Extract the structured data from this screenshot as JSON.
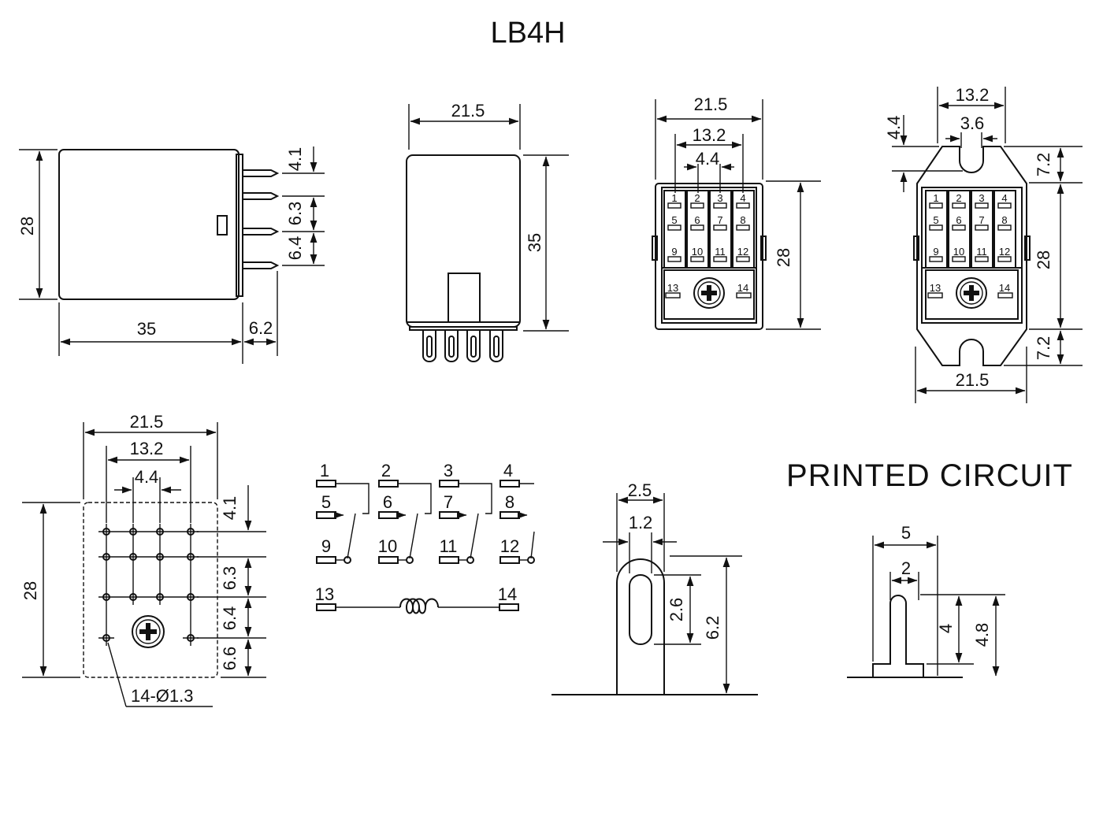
{
  "title": "LB4H",
  "printed_circuit_label": "PRINTED CIRCUIT",
  "hole_callout": "14-Ø1.3",
  "side_view": {
    "height": "28",
    "length": "35",
    "pin_length": "6.2",
    "pitch_a": "4.1",
    "pitch_b": "6.3",
    "pitch_c": "6.4"
  },
  "front_view": {
    "width": "21.5",
    "height": "35"
  },
  "bottom_view": {
    "width": "21.5",
    "inner_width": "13.2",
    "pin_spacing": "4.4",
    "height": "28",
    "terminals": [
      "1",
      "2",
      "3",
      "4",
      "5",
      "6",
      "7",
      "8",
      "9",
      "10",
      "11",
      "12",
      "13",
      "14"
    ]
  },
  "flange_view": {
    "top_width": "13.2",
    "slot_width": "3.6",
    "slot_depth": "4.4",
    "ear_top": "7.2",
    "height": "28",
    "ear_bottom": "7.2",
    "width": "21.5",
    "terminals": [
      "1",
      "2",
      "3",
      "4",
      "5",
      "6",
      "7",
      "8",
      "9",
      "10",
      "11",
      "12",
      "13",
      "14"
    ]
  },
  "pcb_layout": {
    "width": "21.5",
    "inner_width": "13.2",
    "pin_spacing": "4.4",
    "height": "28",
    "pitch_a": "4.1",
    "pitch_b": "6.3",
    "pitch_c": "6.4",
    "pitch_d": "6.6"
  },
  "schematic": {
    "terminals": [
      "1",
      "2",
      "3",
      "4",
      "5",
      "6",
      "7",
      "8",
      "9",
      "10",
      "11",
      "12",
      "13",
      "14"
    ]
  },
  "pin_detail": {
    "width": "2.5",
    "slot_width": "1.2",
    "slot_length": "2.6",
    "height": "6.2"
  },
  "pcb_pin_detail": {
    "width": "5",
    "slot_width": "2",
    "height_inner": "4",
    "height_outer": "4.8"
  }
}
